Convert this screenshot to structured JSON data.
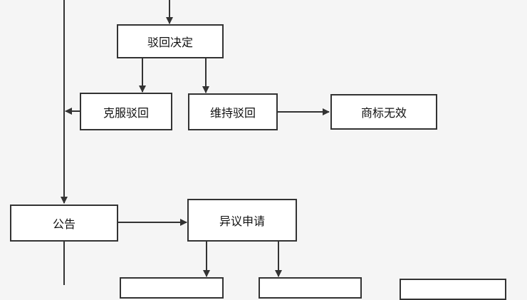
{
  "diagram": {
    "nodes": {
      "reject_decision": "驳回决定",
      "overcome_reject": "克服驳回",
      "maintain_reject": "维持驳回",
      "trademark_invalid": "商标无效",
      "announcement": "公告",
      "objection_apply": "异议申请"
    },
    "colors": {
      "line": "#333333",
      "box_fill": "#ffffff",
      "background": "#f5f5f5"
    }
  }
}
